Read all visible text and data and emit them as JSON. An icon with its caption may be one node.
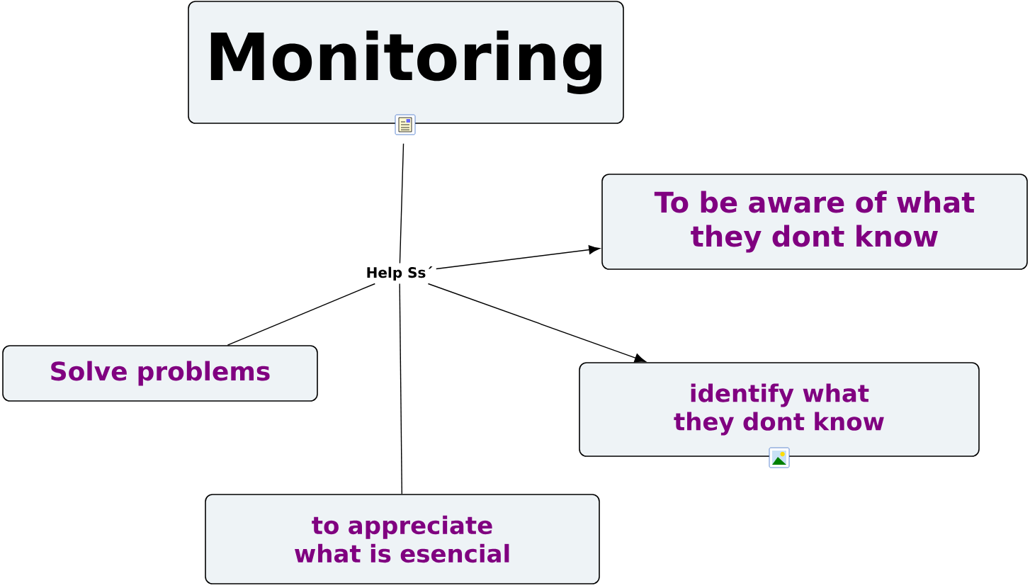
{
  "diagram": {
    "nodes": [
      {
        "text": [
          "Monitoring"
        ]
      },
      {
        "text": [
          "Help Ss´"
        ]
      },
      {
        "text": [
          "To be aware of what they dont know"
        ]
      },
      {
        "text": [
          "identify what they dont know"
        ]
      },
      {
        "text": [
          "Solve problems"
        ]
      },
      {
        "text": [
          "to appreciate what is esencial"
        ]
      }
    ],
    "edges": [
      {
        "from": 0,
        "to": 1,
        "arrow": "none"
      },
      {
        "from": 1,
        "to": 2,
        "arrow": "to"
      },
      {
        "from": 1,
        "to": 3,
        "arrow": "to"
      },
      {
        "from": 1,
        "to": 4,
        "arrow": "none"
      },
      {
        "from": 1,
        "to": 5,
        "arrow": "none"
      }
    ]
  }
}
